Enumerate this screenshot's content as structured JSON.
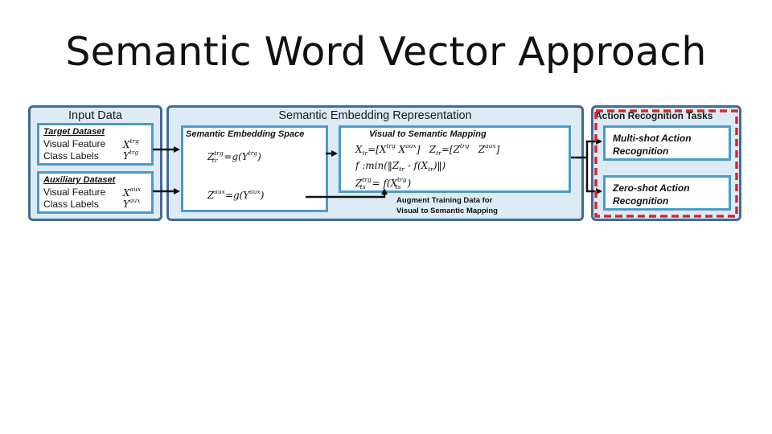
{
  "slide_title": "Semantic Word Vector Approach",
  "input_panel": {
    "heading": "Input Data",
    "target": {
      "heading": "Target Dataset",
      "feature_label": "Visual Feature",
      "labels_label": "Class Labels"
    },
    "auxiliary": {
      "heading": "Auxiliary Dataset",
      "feature_label": "Visual Feature",
      "labels_label": "Class Labels"
    }
  },
  "embedding_panel": {
    "heading": "Semantic Embedding Representation",
    "space_box": {
      "heading": "Semantic Embedding Space"
    },
    "mapping_box": {
      "heading": "Visual to Semantic Mapping"
    },
    "augment_note_line1": "Augment Training Data for",
    "augment_note_line2": "Visual to Semantic Mapping"
  },
  "tasks_panel": {
    "heading": "Action Recognition Tasks",
    "multi_line1": "Multi-shot Action",
    "multi_line2": "Recognition",
    "zero_line1": "Zero-shot Action",
    "zero_line2": "Recognition"
  },
  "colors": {
    "panel_fill": "#dcebf5",
    "panel_border": "#3f6b99",
    "box_border": "#4a9bc9",
    "highlight": "#d8262e"
  }
}
